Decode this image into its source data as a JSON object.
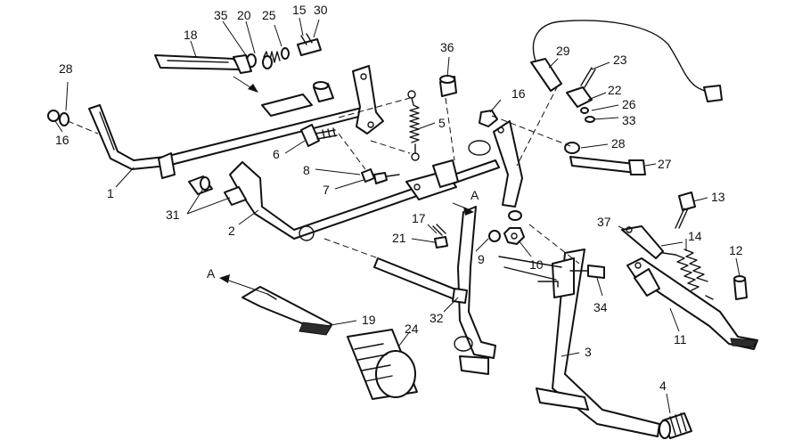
{
  "callouts": [
    {
      "id": "c1",
      "label": "1"
    },
    {
      "id": "c2",
      "label": "2"
    },
    {
      "id": "c3",
      "label": "3"
    },
    {
      "id": "c4",
      "label": "4"
    },
    {
      "id": "c5",
      "label": "5"
    },
    {
      "id": "c6",
      "label": "6"
    },
    {
      "id": "c7",
      "label": "7"
    },
    {
      "id": "c8",
      "label": "8"
    },
    {
      "id": "c9",
      "label": "9"
    },
    {
      "id": "c10",
      "label": "10"
    },
    {
      "id": "c11",
      "label": "11"
    },
    {
      "id": "c12",
      "label": "12"
    },
    {
      "id": "c13",
      "label": "13"
    },
    {
      "id": "c14",
      "label": "14"
    },
    {
      "id": "c15",
      "label": "15"
    },
    {
      "id": "c16a",
      "label": "16"
    },
    {
      "id": "c16b",
      "label": "16"
    },
    {
      "id": "c17",
      "label": "17"
    },
    {
      "id": "c18",
      "label": "18"
    },
    {
      "id": "c19",
      "label": "19"
    },
    {
      "id": "c20",
      "label": "20"
    },
    {
      "id": "c21",
      "label": "21"
    },
    {
      "id": "c22",
      "label": "22"
    },
    {
      "id": "c23",
      "label": "23"
    },
    {
      "id": "c24",
      "label": "24"
    },
    {
      "id": "c25",
      "label": "25"
    },
    {
      "id": "c26",
      "label": "26"
    },
    {
      "id": "c27",
      "label": "27"
    },
    {
      "id": "c28a",
      "label": "28"
    },
    {
      "id": "c28b",
      "label": "28"
    },
    {
      "id": "c29",
      "label": "29"
    },
    {
      "id": "c30",
      "label": "30"
    },
    {
      "id": "c31",
      "label": "31"
    },
    {
      "id": "c32",
      "label": "32"
    },
    {
      "id": "c33",
      "label": "33"
    },
    {
      "id": "c34",
      "label": "34"
    },
    {
      "id": "c35",
      "label": "35"
    },
    {
      "id": "c36",
      "label": "36"
    },
    {
      "id": "c37",
      "label": "37"
    }
  ],
  "reference_marks": {
    "a_left": "A",
    "a_right": "A"
  }
}
